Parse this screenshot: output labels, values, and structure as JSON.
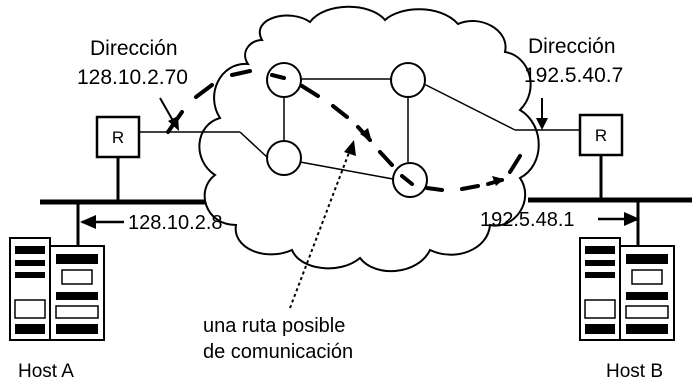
{
  "router_left": {
    "label_line1": "Dirección",
    "label_line2": "128.10.2.70",
    "box_letter": "R"
  },
  "router_right": {
    "label_line1": "Dirección",
    "label_line2": "192.5.40.7",
    "box_letter": "R"
  },
  "host_a": {
    "name": "Host A",
    "address": "128.10.2.8"
  },
  "host_b": {
    "name": "Host B",
    "address": "192.5.48.1"
  },
  "route_note": {
    "line1": "una ruta posible",
    "line2": "de comunicación"
  }
}
